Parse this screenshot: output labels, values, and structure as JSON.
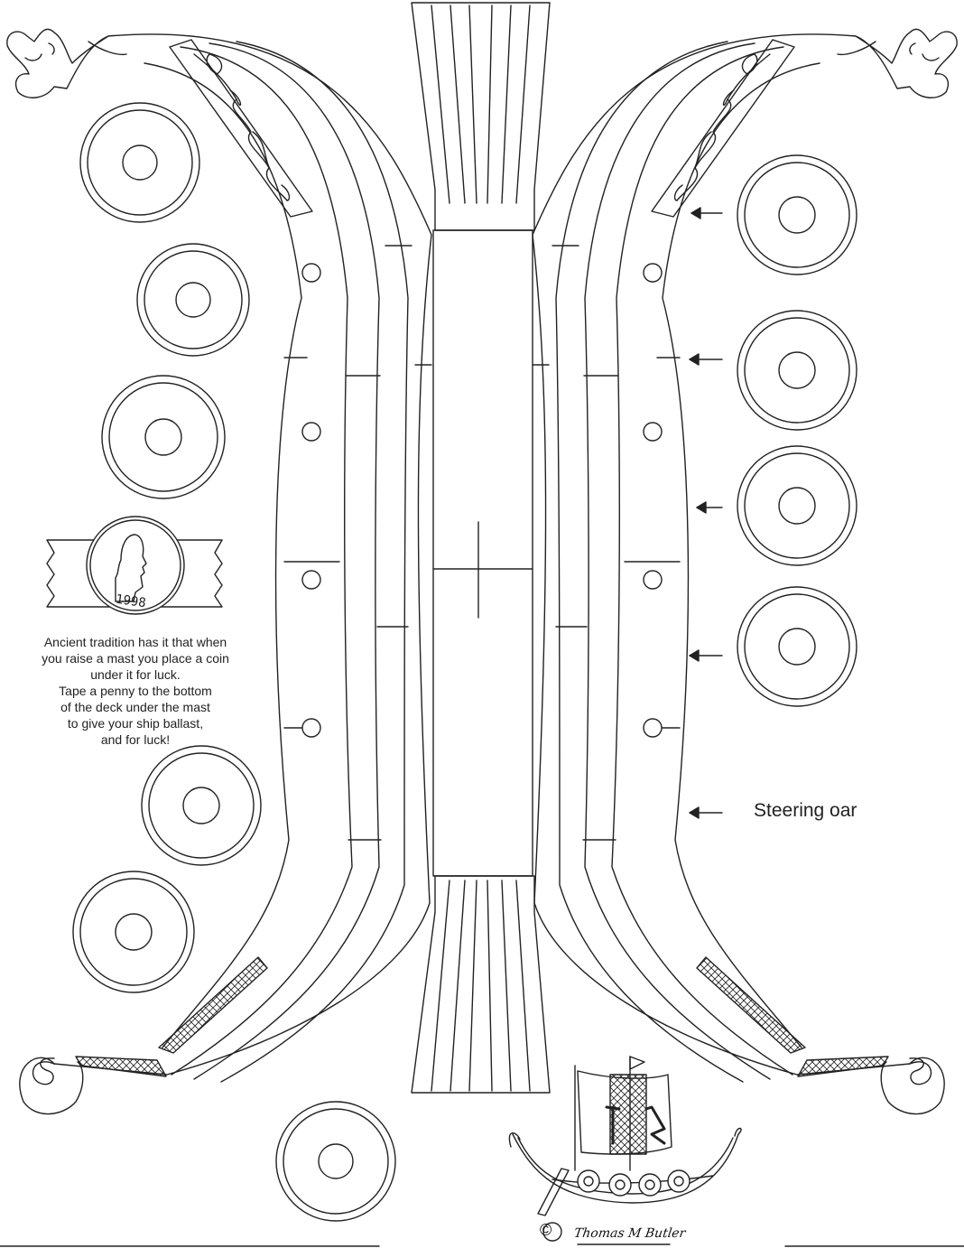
{
  "tradition_note": {
    "lines": [
      "Ancient tradition has it that when",
      "you raise a mast you place a coin",
      "under it for luck.",
      "Tape a penny to the bottom",
      "of the deck under the mast",
      "to give your ship ballast,",
      "and for luck!"
    ]
  },
  "coin": {
    "year": "1998"
  },
  "labels": {
    "steering_oar": "Steering oar"
  },
  "credit": {
    "symbol": "©",
    "author": "Thomas M Butler"
  },
  "colors": {
    "line": "#222222",
    "background": "#ffffff"
  }
}
